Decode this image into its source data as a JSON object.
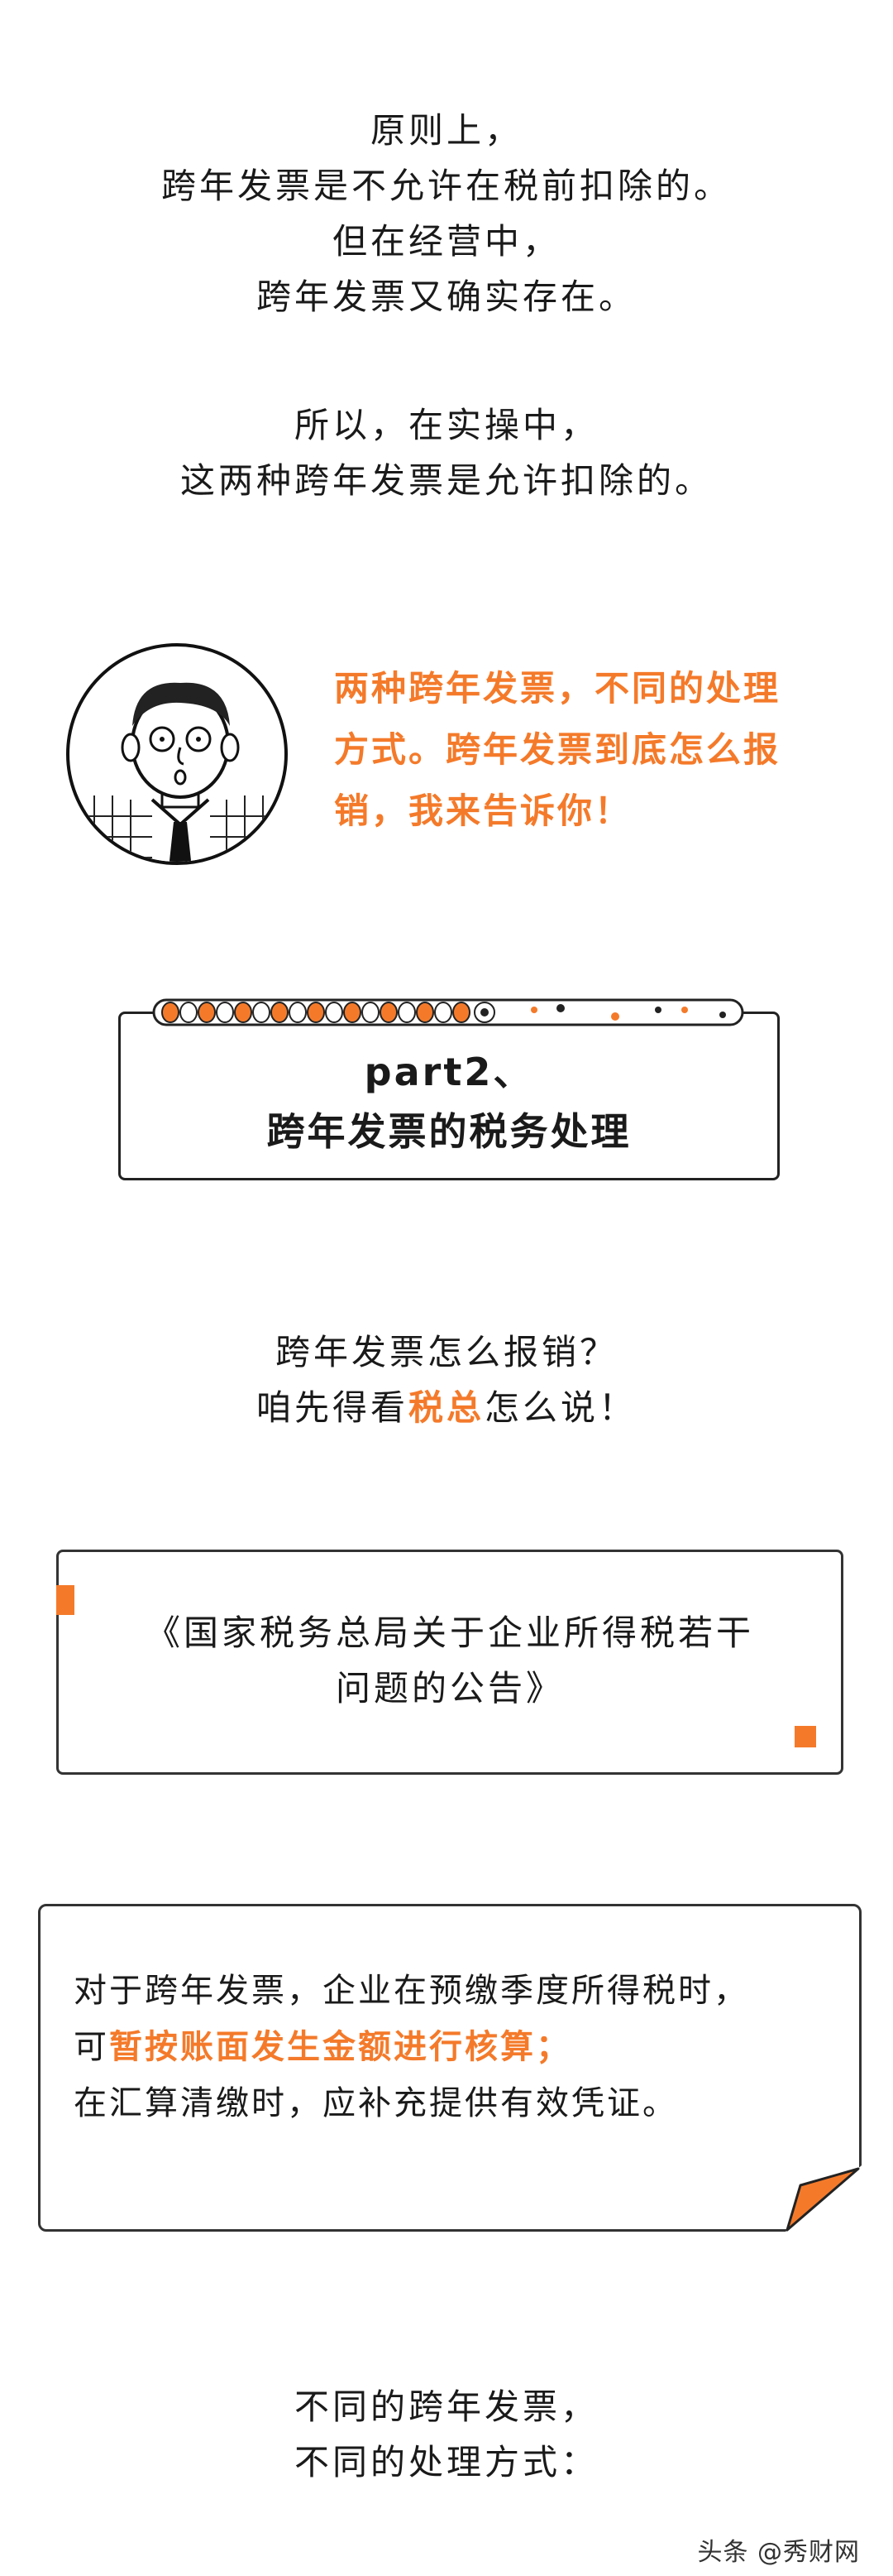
{
  "intro": {
    "lines": [
      "原则上，",
      "跨年发票是不允许在税前扣除的。",
      "但在经营中，",
      "跨年发票又确实存在。"
    ]
  },
  "intro2": {
    "lines": [
      "所以，在实操中，",
      "这两种跨年发票是允许扣除的。"
    ]
  },
  "speech": {
    "lines": [
      "两种跨年发票，不同的处理",
      "方式。跨年发票到底怎么报",
      "销，我来告诉你！"
    ]
  },
  "section": {
    "number": "part2、",
    "title": "跨年发票的税务处理"
  },
  "question": {
    "line1": "跨年发票怎么报销？",
    "line2_pre": "咱先得看",
    "line2_highlight": "税总",
    "line2_post": "怎么说！"
  },
  "notice": {
    "line1": "《国家税务总局关于企业所得税若干",
    "line2": "问题的公告》"
  },
  "rule": {
    "line1": "对于跨年发票，企业在预缴季度所得税时，",
    "line2_pre": "可",
    "line2_highlight": "暂按账面发生金额进行核算；",
    "line3": "在汇算清缴时，应补充提供有效凭证。"
  },
  "closing": {
    "lines": [
      "不同的跨年发票，",
      "不同的处理方式："
    ]
  },
  "watermark": "头条 @秀财网",
  "colors": {
    "accent": "#f47a2a",
    "text": "#1a1a1a"
  }
}
